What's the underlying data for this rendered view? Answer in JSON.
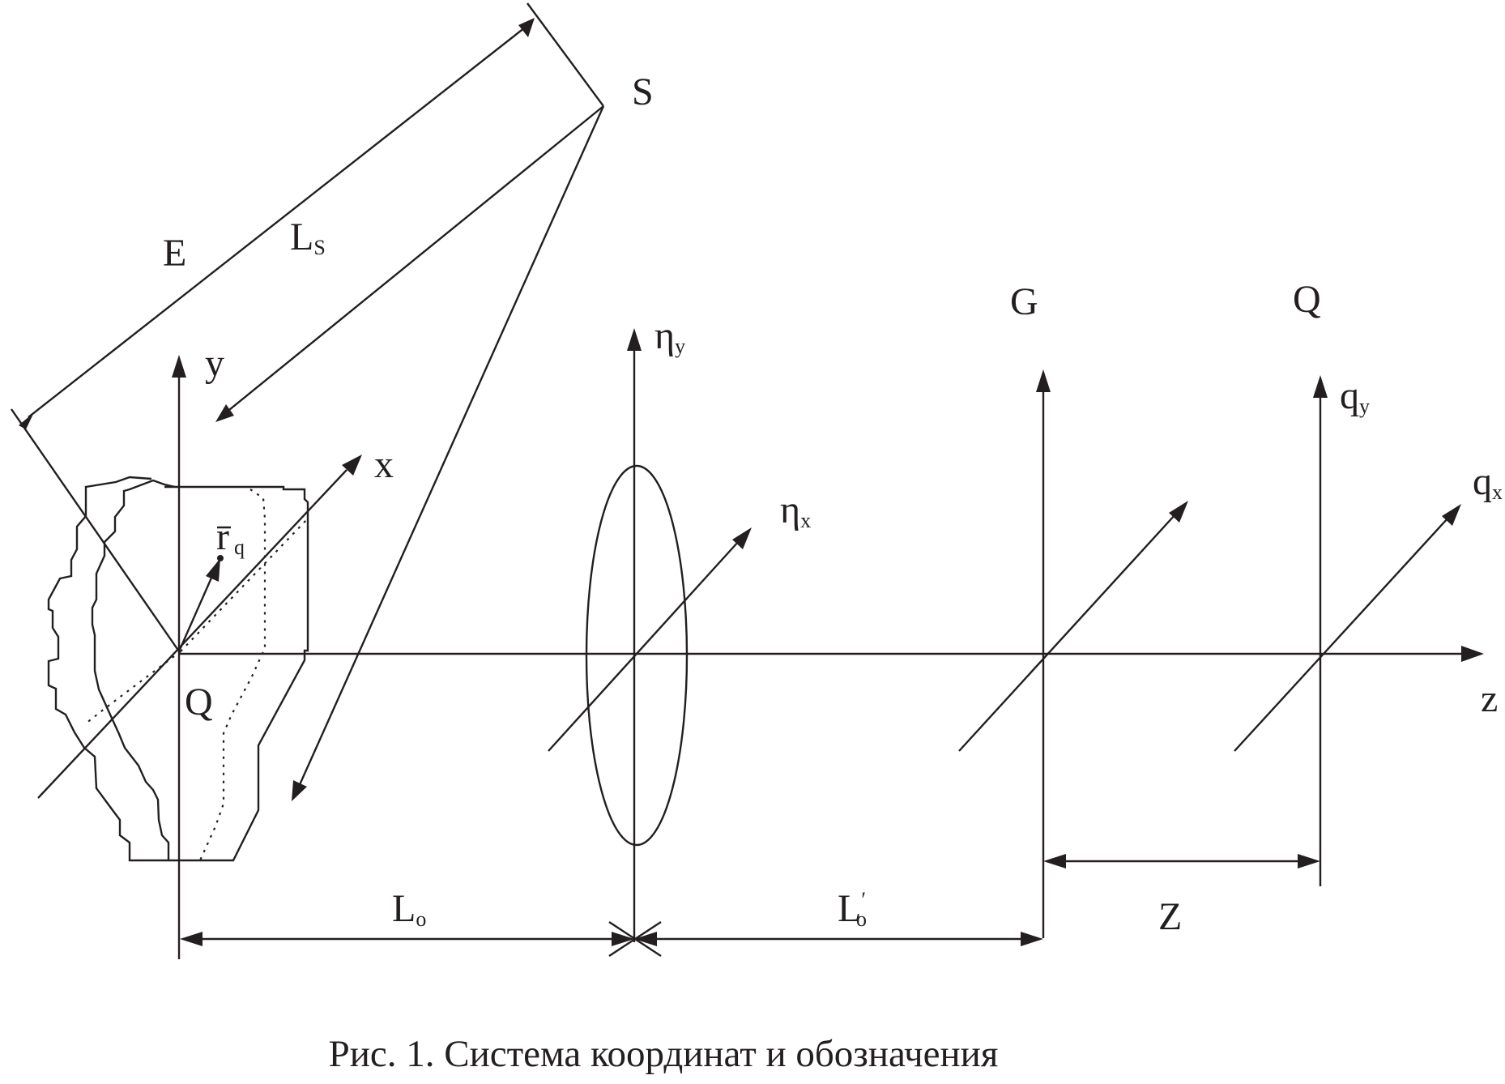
{
  "labels": {
    "S": "S",
    "E": "E",
    "L": "L",
    "L_sub_s": "S",
    "y": "y",
    "x": "x",
    "r": "r",
    "r_sub": "q",
    "Q_object": "Q",
    "eta": "η",
    "eta_sub_y": "y",
    "eta_sub_x": "x",
    "G": "G",
    "Q_plane": "Q",
    "q": "q",
    "q_sub_y": "y",
    "q_sub_x": "x",
    "z": "z",
    "Z": "Z",
    "L_o": "L",
    "L_o_sub": "o",
    "L_o_prime": "L",
    "L_o_prime_sub": "o",
    "prime": "′"
  },
  "caption": "Рис. 1. Система координат и обозначения"
}
